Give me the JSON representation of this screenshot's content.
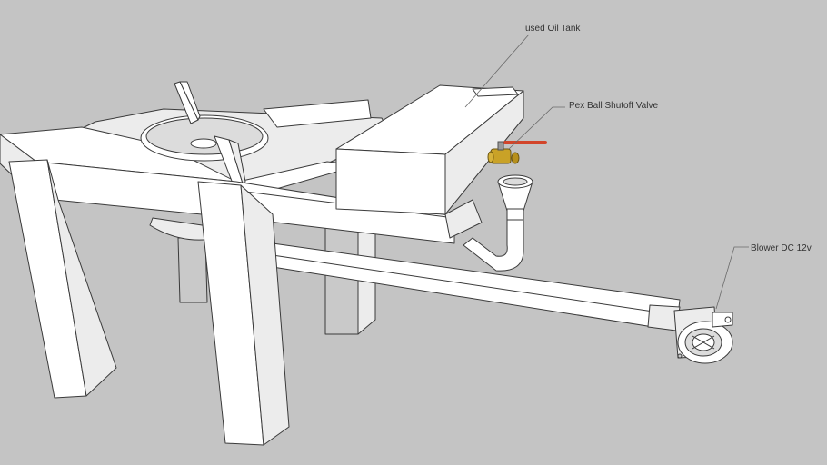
{
  "labels": {
    "oil_tank": "used Oil Tank",
    "valve": "Pex Ball Shutoff Valve",
    "blower": "Blower DC 12v"
  },
  "colors": {
    "background": "#c4c4c4",
    "valve_handle": "#d2452a",
    "valve_body": "#c9a227"
  }
}
